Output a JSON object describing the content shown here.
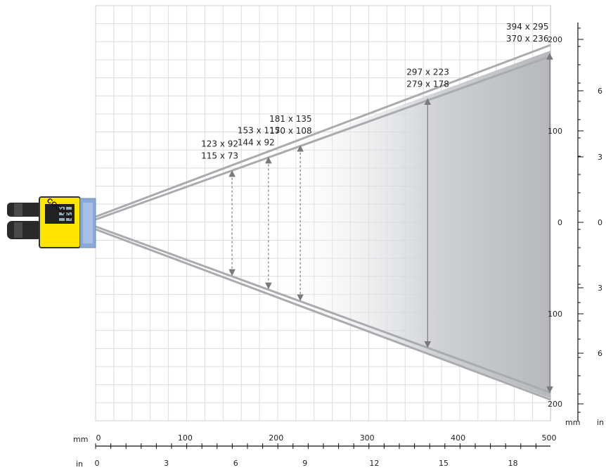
{
  "diagram": {
    "units": {
      "mm": "mm",
      "in": "in"
    },
    "camera_brand": "COGNEX",
    "callouts": [
      {
        "distance_mm": 150,
        "line1": "123 x 92",
        "line2": "115 x 73"
      },
      {
        "distance_mm": 190,
        "line1": "153 x 115",
        "line2": "144 x 92"
      },
      {
        "distance_mm": 225,
        "line1": "181 x 135",
        "line2": "170 x 108"
      },
      {
        "distance_mm": 365,
        "line1": "297 x 223",
        "line2": "279 x 178"
      },
      {
        "distance_mm": 500,
        "line1": "394 x 295",
        "line2": "370 x 236"
      }
    ],
    "x_mm_ticks": [
      "0",
      "100",
      "200",
      "300",
      "400",
      "500"
    ],
    "x_in_ticks": [
      "0",
      "3",
      "6",
      "9",
      "12",
      "15",
      "18"
    ],
    "y_mm_ticks": [
      "200",
      "100",
      "0",
      "100",
      "200"
    ],
    "y_in_ticks": [
      "6",
      "3",
      "0",
      "3",
      "6"
    ]
  }
}
